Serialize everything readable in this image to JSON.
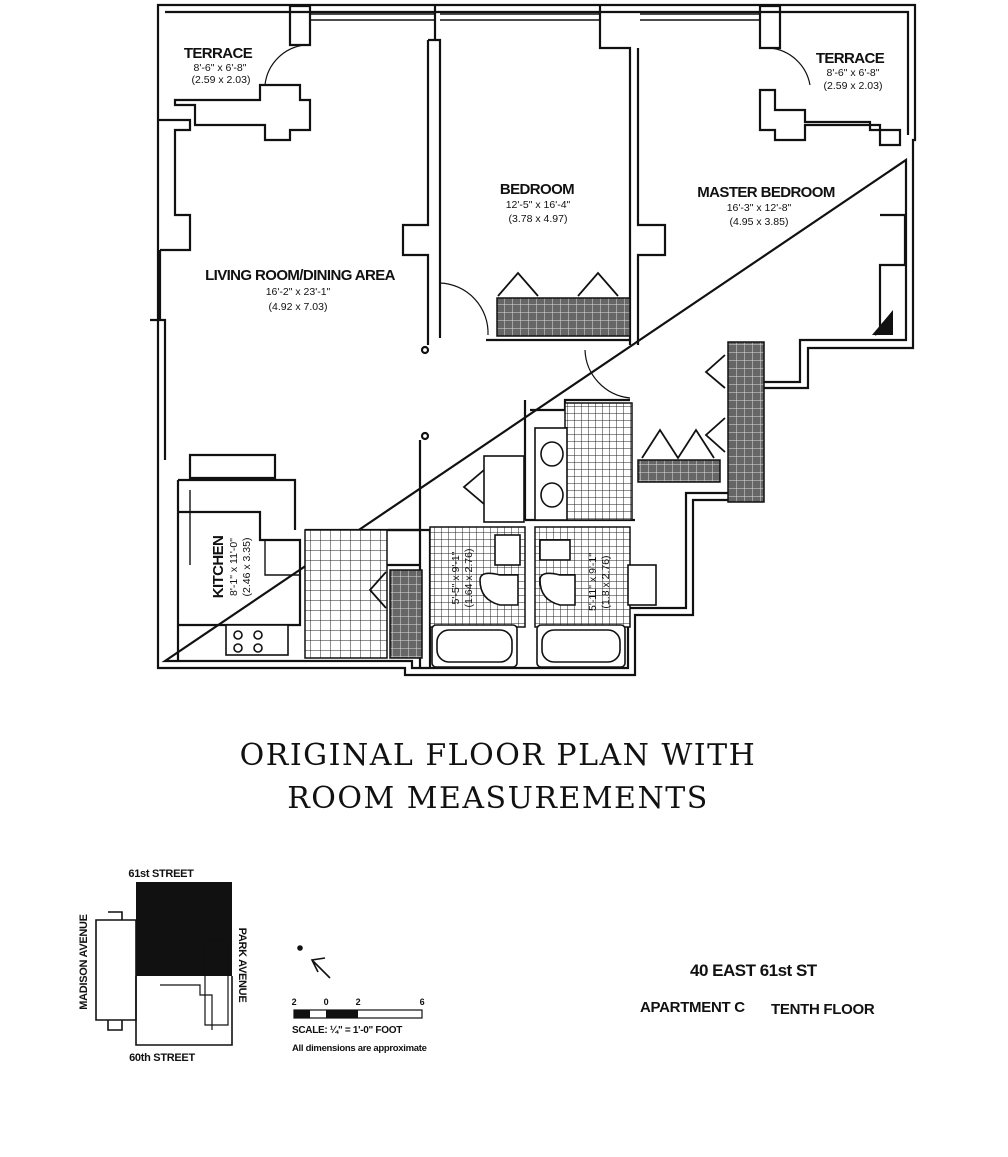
{
  "rooms": {
    "terrace_left": {
      "name": "TERRACE",
      "size": "8'-6\" x 6'-8\"",
      "metric": "(2.59 x 2.03)"
    },
    "terrace_right": {
      "name": "TERRACE",
      "size": "8'-6\" x 6'-8\"",
      "metric": "(2.59 x 2.03)"
    },
    "bedroom": {
      "name": "BEDROOM",
      "size": "12'-5\" x 16'-4\"",
      "metric": "(3.78 x 4.97)"
    },
    "master_bedroom": {
      "name": "MASTER BEDROOM",
      "size": "16'-3\" x 12'-8\"",
      "metric": "(4.95 x 3.85)"
    },
    "living_room": {
      "name": "LIVING ROOM/DINING AREA",
      "size": "16'-2\" x 23'-1\"",
      "metric": "(4.92 x 7.03)"
    },
    "kitchen": {
      "name": "KITCHEN",
      "size": "8'-1\" x 11'-0\"",
      "metric": "(2.46 x 3.35)"
    },
    "bath_1": {
      "size": "5'-5\" x 9'-1\"",
      "metric": "(1.64 x 2.76)"
    },
    "bath_2": {
      "size": "5'-11\" x 9'-1\"",
      "metric": "(1.8 x 2.76)"
    }
  },
  "caption": {
    "line1": "ORIGINAL FLOOR PLAN WITH",
    "line2": "ROOM MEASUREMENTS"
  },
  "key_plan": {
    "top_street": "61st STREET",
    "bottom_street": "60th STREET",
    "left_avenue": "MADISON AVENUE",
    "right_avenue": "PARK AVENUE"
  },
  "scale": {
    "ticks": [
      "2",
      "0",
      "2",
      "6"
    ],
    "label": "SCALE: ¼\" = 1'-0\" FOOT",
    "note": "All dimensions are approximate"
  },
  "address": {
    "street": "40 EAST 61st ST",
    "apartment": "APARTMENT C",
    "floor": "TENTH FLOOR"
  }
}
